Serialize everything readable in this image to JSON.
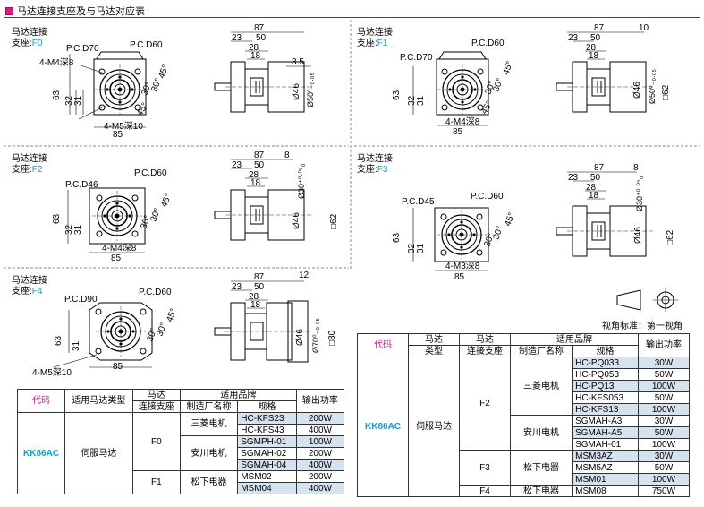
{
  "header": {
    "title": "马达连接支座及与马达对应表"
  },
  "sections": [
    {
      "label_line1": "马达连接",
      "label_line2": "支座:",
      "code": "F0"
    },
    {
      "label_line1": "马达连接",
      "label_line2": "支座:",
      "code": "F1"
    },
    {
      "label_line1": "马达连接",
      "label_line2": "支座:",
      "code": "F2"
    },
    {
      "label_line1": "马达连接",
      "label_line2": "支座:",
      "code": "F3"
    },
    {
      "label_line1": "马达连接",
      "label_line2": "支座:",
      "code": "F4"
    }
  ],
  "dims": {
    "f0": {
      "pcd1": "P.C.D70",
      "pcd2": "P.C.D60",
      "tap1": "4-M4深8",
      "tap2": "4-M5深10",
      "h63": "63",
      "h32": "32",
      "h31": "31",
      "w85": "85",
      "a30a": "30°",
      "a30b": "30°",
      "a45a": "45°",
      "a45b": "45°",
      "l87": "87",
      "l23": "23",
      "l50": "50",
      "l28": "28",
      "l18": "18",
      "l35": "3.5",
      "d46": "Ø46",
      "d50": "Ø50⁰₋₀.₀₅"
    },
    "f1": {
      "pcd1": "P.C.D70",
      "pcd2": "P.C.D60",
      "tap1": "4-M4深8",
      "h63": "63",
      "h32": "32",
      "h31": "31",
      "w85": "85",
      "a30a": "30°",
      "a30b": "30°",
      "a45a": "45°",
      "a45b": "45°",
      "l87": "87",
      "l23": "23",
      "l50": "50",
      "l28": "28",
      "l18": "18",
      "l10": "10",
      "d46": "Ø46",
      "d50": "Ø50⁰₋₀.₀₅",
      "s62": "□62"
    },
    "f2": {
      "pcd1": "P.C.D46",
      "pcd2": "P.C.D60",
      "tap1": "4-M4深8",
      "h63": "63",
      "h32": "32",
      "h31": "31",
      "w85": "85",
      "a30a": "30°",
      "a30b": "30°",
      "a45a": "45°",
      "l87": "87",
      "l23": "23",
      "l50": "50",
      "l28": "28",
      "l18": "18",
      "l8": "8",
      "d46": "Ø46",
      "d30": "Ø30⁺⁰·⁰⁵₀",
      "s62": "□62"
    },
    "f3": {
      "pcd1": "P.C.D45",
      "pcd2": "P.C.D60",
      "tap1": "4-M3深8",
      "h63": "63",
      "h32": "32",
      "h31": "31",
      "w85": "85",
      "a30a": "30°",
      "a30b": "30°",
      "a45a": "45°",
      "l87": "87",
      "l23": "23",
      "l50": "50",
      "l28": "28",
      "l18": "18",
      "l8": "8",
      "d46": "Ø46",
      "d30": "Ø30⁺⁰·⁰⁵₀",
      "s62": "□62"
    },
    "f4": {
      "pcd1": "P.C.D90",
      "pcd2": "P.C.D60",
      "tap2": "4-M5深10",
      "h63": "63",
      "h31": "31",
      "w85": "85",
      "a30a": "30°",
      "a30b": "30°",
      "a45a": "45°",
      "l87": "87",
      "l23": "23",
      "l50": "50",
      "l28": "28",
      "l18": "18",
      "l12": "12",
      "d46": "Ø46",
      "d70": "Ø70⁰₋₀.₀₅",
      "s80": "□80"
    }
  },
  "view_standard": "视角标准：第一视角",
  "table_left": {
    "headers": {
      "code": "代码",
      "motor_type": "适用马达类型",
      "base1": "马达",
      "base2": "连接支座",
      "brand": "适用品牌",
      "maker": "制造厂名称",
      "model": "规格",
      "power": "输出功率"
    },
    "code": "KK86AC",
    "motor_type": "伺服马达",
    "groups": [
      {
        "base": "F0",
        "makers": [
          {
            "name": "三菱电机",
            "rows": [
              {
                "model": "HC-KFS23",
                "power": "200W"
              },
              {
                "model": "HC-KFS43",
                "power": "400W"
              }
            ]
          },
          {
            "name": "安川电机",
            "rows": [
              {
                "model": "SGMPH-01",
                "power": "100W"
              },
              {
                "model": "SGMAH-02",
                "power": "200W"
              },
              {
                "model": "SGMAH-04",
                "power": "400W"
              }
            ]
          }
        ]
      },
      {
        "base": "F1",
        "makers": [
          {
            "name": "松下电器",
            "rows": [
              {
                "model": "MSM02",
                "power": "200W"
              },
              {
                "model": "MSM04",
                "power": "400W"
              }
            ]
          }
        ]
      }
    ]
  },
  "table_right": {
    "headers": {
      "code": "代码",
      "motor_type1": "马达",
      "motor_type2": "类型",
      "base1": "马达",
      "base2": "连接支座",
      "brand": "适用品牌",
      "maker": "制造厂名称",
      "model": "规格",
      "power": "输出功率"
    },
    "code": "KK86AC",
    "motor_type": "伺服马达",
    "groups": [
      {
        "base": "F2",
        "makers": [
          {
            "name": "三菱电机",
            "rows": [
              {
                "model": "HC-PQ033",
                "power": "30W"
              },
              {
                "model": "HC-PQ053",
                "power": "50W"
              },
              {
                "model": "HC-PQ13",
                "power": "100W"
              },
              {
                "model": "HC-KFS053",
                "power": "50W"
              },
              {
                "model": "HC-KFS13",
                "power": "100W"
              }
            ]
          },
          {
            "name": "安川电机",
            "rows": [
              {
                "model": "SGMAH-A3",
                "power": "30W"
              },
              {
                "model": "SGMAH-A5",
                "power": "50W"
              },
              {
                "model": "SGMAH-01",
                "power": "100W"
              }
            ]
          }
        ]
      },
      {
        "base": "F3",
        "makers": [
          {
            "name": "松下电器",
            "rows": [
              {
                "model": "MSM3AZ",
                "power": "30W"
              },
              {
                "model": "MSM5AZ",
                "power": "50W"
              },
              {
                "model": "MSM01",
                "power": "100W"
              }
            ]
          }
        ]
      },
      {
        "base": "F4",
        "makers": [
          {
            "name": "松下电器",
            "rows": [
              {
                "model": "MSM08",
                "power": "750W"
              }
            ]
          }
        ]
      }
    ]
  }
}
